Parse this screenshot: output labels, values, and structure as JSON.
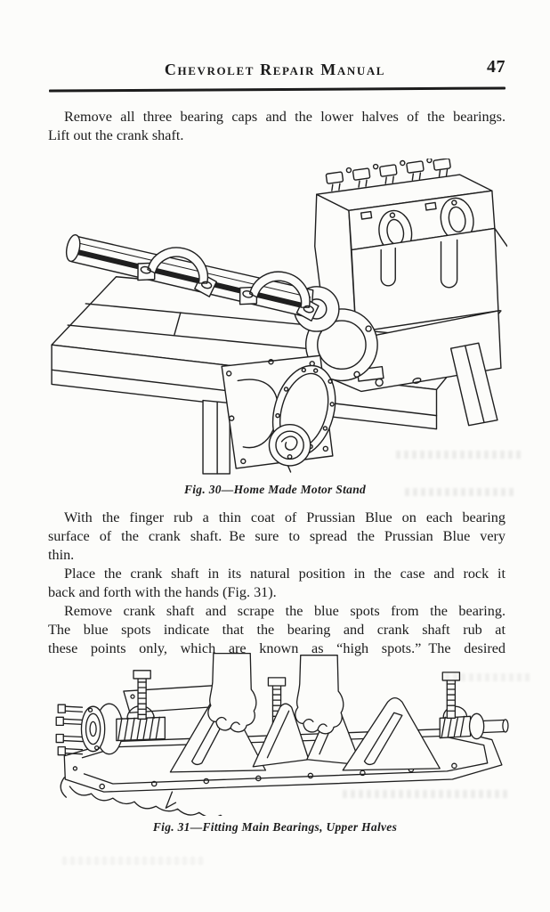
{
  "header": {
    "title": "Chevrolet Repair Manual",
    "page_number": "47"
  },
  "body": {
    "paragraphs": [
      {
        "lines": [
          "Remove all three bearing caps and the lower halves of the bearings.",
          "Lift out the crank shaft."
        ]
      },
      {
        "lines": [
          "With the finger rub a thin coat of Prussian Blue on each bearing",
          "surface of the crank shaft. Be sure to spread the Prussian Blue very",
          "thin."
        ]
      },
      {
        "lines": [
          "Place the crank shaft in its natural position in the case and rock it",
          "back and forth with the hands (Fig. 31)."
        ]
      },
      {
        "lines": [
          "Remove crank shaft and scrape the blue spots from the bearing.",
          "The blue spots indicate that the bearing and crank shaft rub at",
          "these points only, which are known as “high spots.” The desired"
        ]
      }
    ]
  },
  "figures": [
    {
      "caption": "Fig. 30—Home Made Motor Stand"
    },
    {
      "caption": "Fig. 31—Fitting Main Bearings, Upper Halves"
    }
  ],
  "colors": {
    "paper": "#fcfcfa",
    "ink": "#1c1c1c"
  }
}
